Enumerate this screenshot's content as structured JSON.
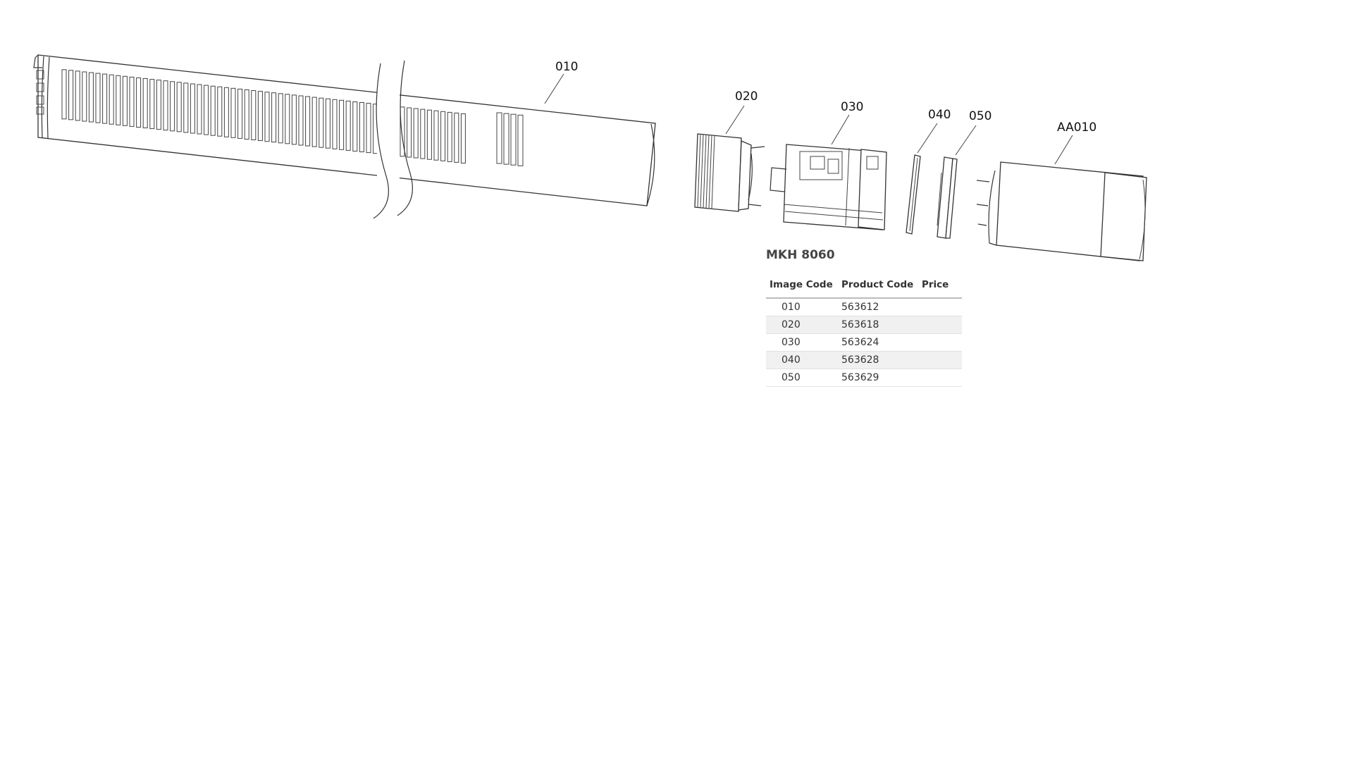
{
  "diagram": {
    "callouts": [
      "010",
      "020",
      "030",
      "040",
      "050",
      "AA010"
    ]
  },
  "parts_table": {
    "title": "MKH 8060",
    "headers": [
      "Image Code",
      "Product Code",
      "Price"
    ],
    "rows": [
      {
        "image_code": "010",
        "product_code": "563612",
        "price": ""
      },
      {
        "image_code": "020",
        "product_code": "563618",
        "price": ""
      },
      {
        "image_code": "030",
        "product_code": "563624",
        "price": ""
      },
      {
        "image_code": "040",
        "product_code": "563628",
        "price": ""
      },
      {
        "image_code": "050",
        "product_code": "563629",
        "price": ""
      }
    ]
  }
}
